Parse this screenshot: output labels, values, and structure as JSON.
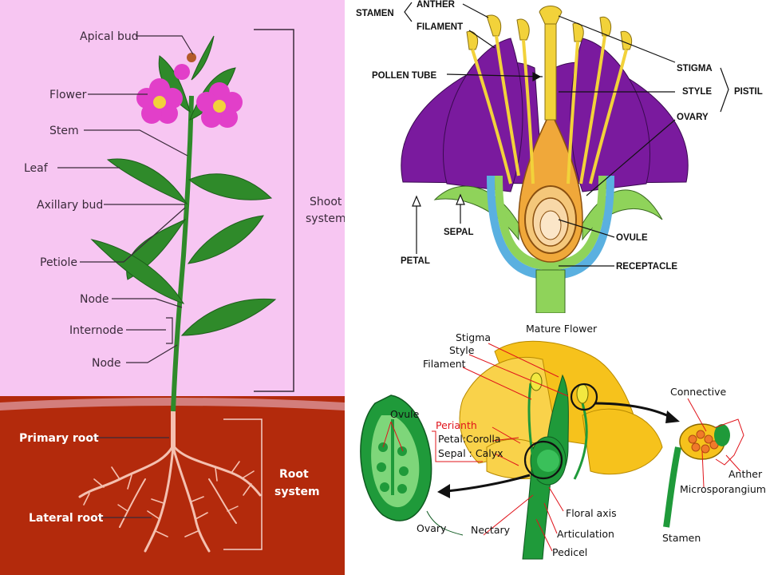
{
  "plant_panel": {
    "labels": {
      "apical_bud": "Apical bud",
      "flower": "Flower",
      "stem": "Stem",
      "leaf": "Leaf",
      "axillary_bud": "Axillary bud",
      "petiole": "Petiole",
      "node_upper": "Node",
      "internode": "Internode",
      "node_lower": "Node",
      "shoot_system_line1": "Shoot",
      "shoot_system_line2": "system",
      "primary_root": "Primary root",
      "lateral_root": "Lateral root",
      "root_system_line1": "Root",
      "root_system_line2": "system"
    },
    "colors": {
      "sky": "#f7c6f2",
      "soil": "#b32a0c",
      "leaf": "#2f8a2a",
      "petal": "#e23fc9",
      "root": "#f4c0b0"
    }
  },
  "flower_section_panel": {
    "labels": {
      "stamen": "STAMEN",
      "anther": "ANTHER",
      "filament": "FILAMENT",
      "pollen_tube": "POLLEN TUBE",
      "stigma": "STIGMA",
      "style": "STYLE",
      "pistil": "PISTIL",
      "ovary": "OVARY",
      "ovule": "OVULE",
      "receptacle": "RECEPTACLE",
      "sepal": "SEPAL",
      "petal": "PETAL"
    },
    "colors": {
      "petal": "#7a1a9e",
      "stamen": "#f2d23a",
      "sepal": "#8fd35a",
      "ovary": "#f0a83a",
      "receptacle": "#5ab0e0"
    }
  },
  "mature_flower_panel": {
    "labels": {
      "title": "Mature Flower",
      "stigma": "Stigma",
      "style": "Style",
      "filament": "Filament",
      "perianth": "Perianth",
      "petal_corolla": "Petal:Corolla",
      "sepal_calyx": "Sepal : Calyx",
      "ovule": "Ovule",
      "ovary": "Ovary",
      "nectary": "Nectary",
      "floral_axis": "Floral axis",
      "articulation": "Articulation",
      "pedicel": "Pedicel",
      "connective": "Connective",
      "anther": "Anther",
      "microsporangium": "Microsporangium",
      "stamen": "Stamen"
    },
    "colors": {
      "petal": "#f6c21c",
      "green": "#1f9a3a",
      "label_red": "#e0141b"
    }
  }
}
